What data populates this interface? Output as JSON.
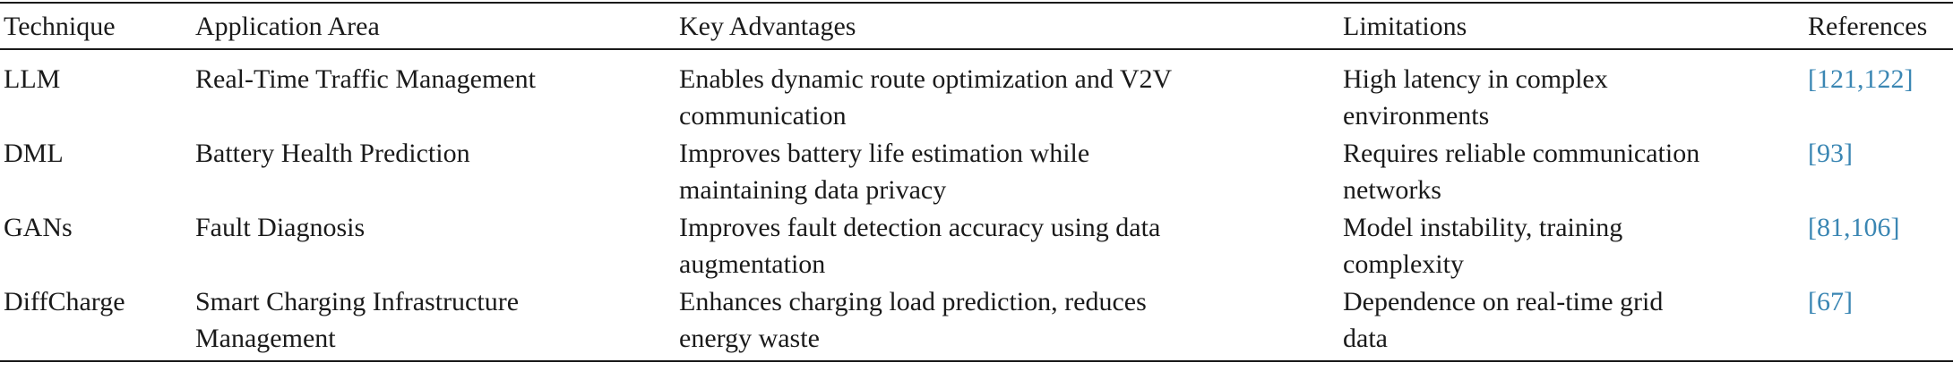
{
  "table": {
    "headers": {
      "technique": "Technique",
      "application_area": "Application Area",
      "key_advantages": "Key Advantages",
      "limitations": "Limitations",
      "references": "References"
    },
    "rows": [
      {
        "technique": "LLM",
        "application_area": [
          "Real-Time Traffic Management"
        ],
        "key_advantages": [
          "Enables dynamic route optimization and V2V",
          "communication"
        ],
        "limitations": [
          "High latency in complex",
          "environments"
        ],
        "references": "[121,122]"
      },
      {
        "technique": "DML",
        "application_area": [
          "Battery Health Prediction"
        ],
        "key_advantages": [
          "Improves battery life estimation while",
          "maintaining data privacy"
        ],
        "limitations": [
          "Requires reliable communication",
          "networks"
        ],
        "references": "[93]"
      },
      {
        "technique": "GANs",
        "application_area": [
          "Fault Diagnosis"
        ],
        "key_advantages": [
          "Improves fault detection accuracy using data",
          "augmentation"
        ],
        "limitations": [
          "Model instability, training",
          "complexity"
        ],
        "references": "[81,106]"
      },
      {
        "technique": "DiffCharge",
        "application_area": [
          "Smart Charging Infrastructure",
          "Management"
        ],
        "key_advantages": [
          "Enhances charging load prediction, reduces",
          "energy waste"
        ],
        "limitations": [
          "Dependence on real-time grid",
          "data"
        ],
        "references": "[67]"
      }
    ]
  },
  "colors": {
    "text": "#1a1a1a",
    "reference_link": "#3a86b3",
    "rule": "#1a1a1a"
  }
}
